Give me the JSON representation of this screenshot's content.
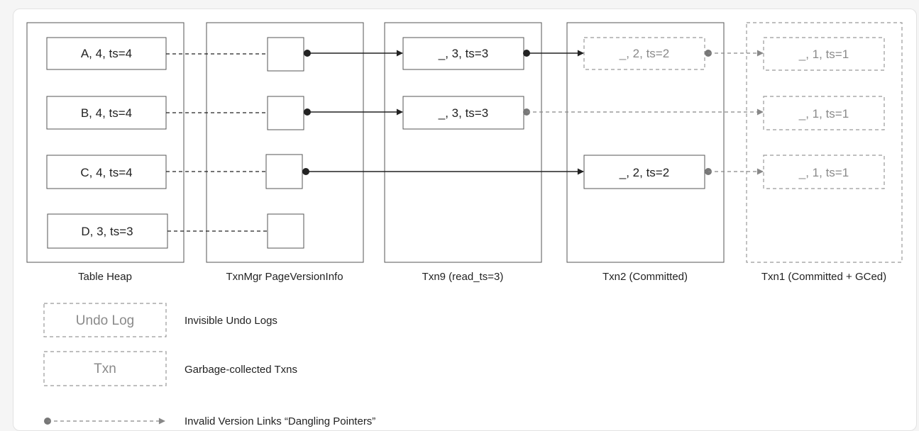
{
  "columns": {
    "table_heap": "Table Heap",
    "txnmgr": "TxnMgr PageVersionInfo",
    "txn9": "Txn9 (read_ts=3)",
    "txn2": "Txn2 (Committed)",
    "txn1": "Txn1 (Committed + GCed)"
  },
  "heap_rows": [
    "A, 4, ts=4",
    "B, 4, ts=4",
    "C, 4, ts=4",
    "D, 3, ts=3"
  ],
  "txn9_entries": [
    "_, 3, ts=3",
    "_, 3, ts=3"
  ],
  "txn2_entries": [
    "_, 2, ts=2",
    "_, 2, ts=2"
  ],
  "txn1_entries": [
    "_, 1, ts=1",
    "_, 1, ts=1",
    "_, 1, ts=1"
  ],
  "legend": {
    "undo_box": "Undo Log",
    "undo_desc": "Invisible Undo Logs",
    "txn_box": "Txn",
    "txn_desc": "Garbage-collected Txns",
    "link_desc": "Invalid Version Links “Dangling Pointers”"
  },
  "colors": {
    "solid": "#222222",
    "dashed_gray": "#888888",
    "gray_text": "#8a8a8a"
  }
}
